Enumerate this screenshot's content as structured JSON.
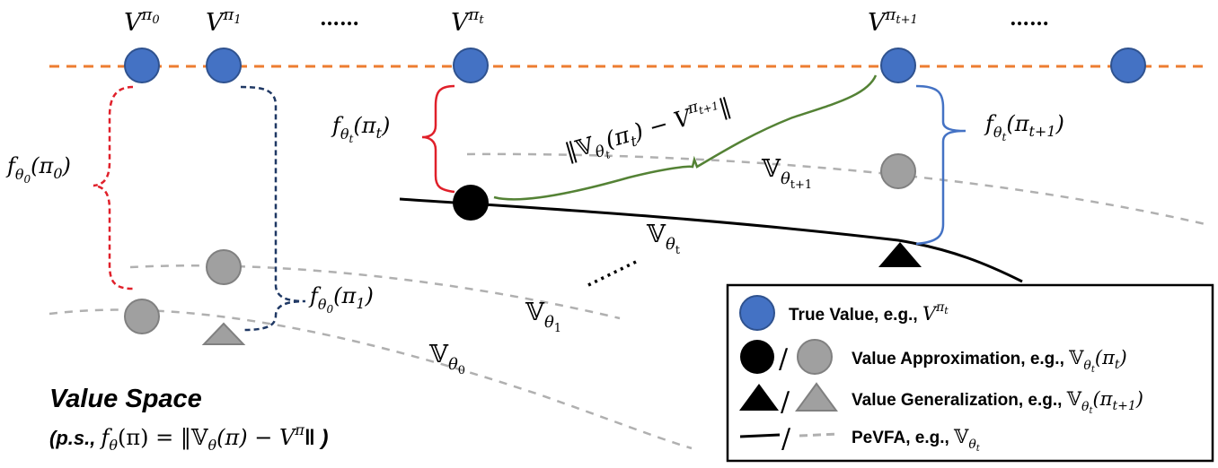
{
  "top_labels": {
    "v0": "V",
    "v0_sup": "π",
    "v0_sub": "0",
    "v1": "V",
    "v1_sup": "π",
    "v1_sub": "1",
    "vt": "V",
    "vt_sup": "π",
    "vt_sub": "t",
    "vt1": "V",
    "vt1_sup": "π",
    "vt1_sub": "t+1",
    "dots1": "……",
    "dots2": "……"
  },
  "brace_labels": {
    "f0": "f",
    "f0_sub": "θ",
    "f0_subsub": "0",
    "f0_arg": "(π",
    "f0_arg_sub": "0",
    "f0_close": ")",
    "f1": "f",
    "f1_sub": "θ",
    "f1_subsub": "0",
    "f1_arg": "(π",
    "f1_arg_sub": "1",
    "f1_close": ")",
    "ft": "f",
    "ft_sub": "θ",
    "ft_subsub": "t",
    "ft_arg": "(π",
    "ft_arg_sub": "t",
    "ft_close": ")",
    "ft1": "f",
    "ft1_sub": "θ",
    "ft1_subsub": "t",
    "ft1_arg": "(π",
    "ft1_arg_sub": "t+1",
    "ft1_close": ")"
  },
  "curve_labels": {
    "vtheta0": "𝕍",
    "vtheta0_sub": "θ",
    "vtheta0_subsub": "0",
    "vtheta1": "𝕍",
    "vtheta1_sub": "θ",
    "vtheta1_subsub": "1",
    "vthetat": "𝕍",
    "vthetat_sub": "θ",
    "vthetat_subsub": "t",
    "vthetat1": "𝕍",
    "vthetat1_sub": "θ",
    "vthetat1_subsub": "t+1",
    "green_norm_a": "‖𝕍",
    "green_norm_sub": "θ",
    "green_norm_subsub": "t",
    "green_norm_b": "(π",
    "green_norm_b_sub": "t",
    "green_norm_c": ") − V",
    "green_norm_sup": "π",
    "green_norm_supsub": "t+1",
    "green_norm_d": "‖"
  },
  "title": {
    "main": "Value Space",
    "ps_open": "(p.s., ",
    "ps_f": "f",
    "ps_f_sub": "θ",
    "ps_mid": "(π) = ‖𝕍",
    "ps_v_sub": "θ",
    "ps_mid2": "(π) − V",
    "ps_sup": "π",
    "ps_close": "‖ )"
  },
  "legend": {
    "true_value": "True Value, e.g., ",
    "true_value_math": "V",
    "true_value_sup": "π",
    "true_value_supsub": "t",
    "slash": "/",
    "approx": "Value Approximation, e.g., ",
    "approx_math": "𝕍",
    "approx_sub": "θ",
    "approx_subsub": "t",
    "approx_arg": "(π",
    "approx_arg_sub": "t",
    "approx_close": ")",
    "gen": "Value Generalization, e.g., ",
    "gen_math": "𝕍",
    "gen_sub": "θ",
    "gen_subsub": "t",
    "gen_arg": "(π",
    "gen_arg_sub": "t+1",
    "gen_close": ")",
    "pevfa": "PeVFA, e.g., ",
    "pevfa_math": "𝕍",
    "pevfa_sub": "θ",
    "pevfa_subsub": "t"
  },
  "colors": {
    "true_value_fill": "#4472C4",
    "true_value_stroke": "#2F528F",
    "approx_gray": "#A0A0A0",
    "orange_line": "#ED7D31",
    "red_brace": "#E0202A",
    "navy_brace": "#1F3864",
    "blue_brace": "#4472C4",
    "green_curve": "#548235",
    "dashed_gray": "#B0B0B0"
  }
}
